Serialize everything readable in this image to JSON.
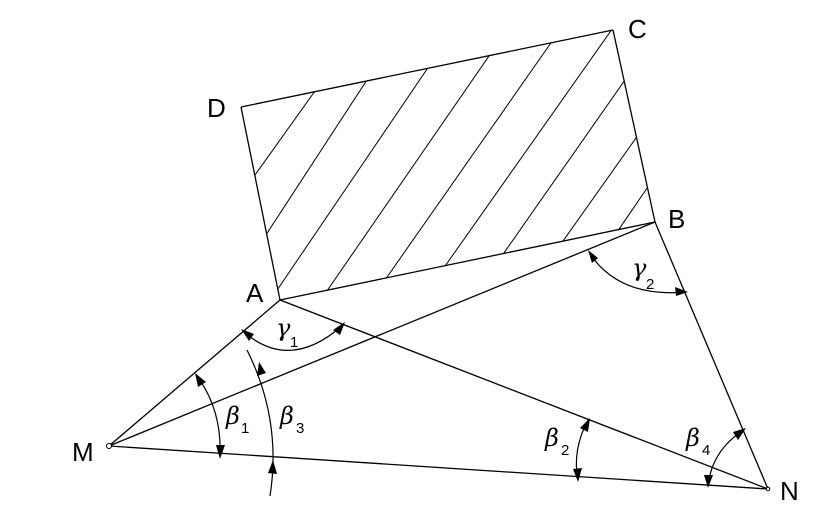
{
  "points": {
    "A": "A",
    "B": "B",
    "C": "C",
    "D": "D",
    "M": "M",
    "N": "N"
  },
  "angles": {
    "gamma1": {
      "symbol": "γ",
      "sub": "1"
    },
    "gamma2": {
      "symbol": "γ",
      "sub": "2"
    },
    "beta1": {
      "symbol": "β",
      "sub": "1"
    },
    "beta2": {
      "symbol": "β",
      "sub": "2"
    },
    "beta3": {
      "symbol": "β",
      "sub": "3"
    },
    "beta4": {
      "symbol": "β",
      "sub": "4"
    }
  }
}
